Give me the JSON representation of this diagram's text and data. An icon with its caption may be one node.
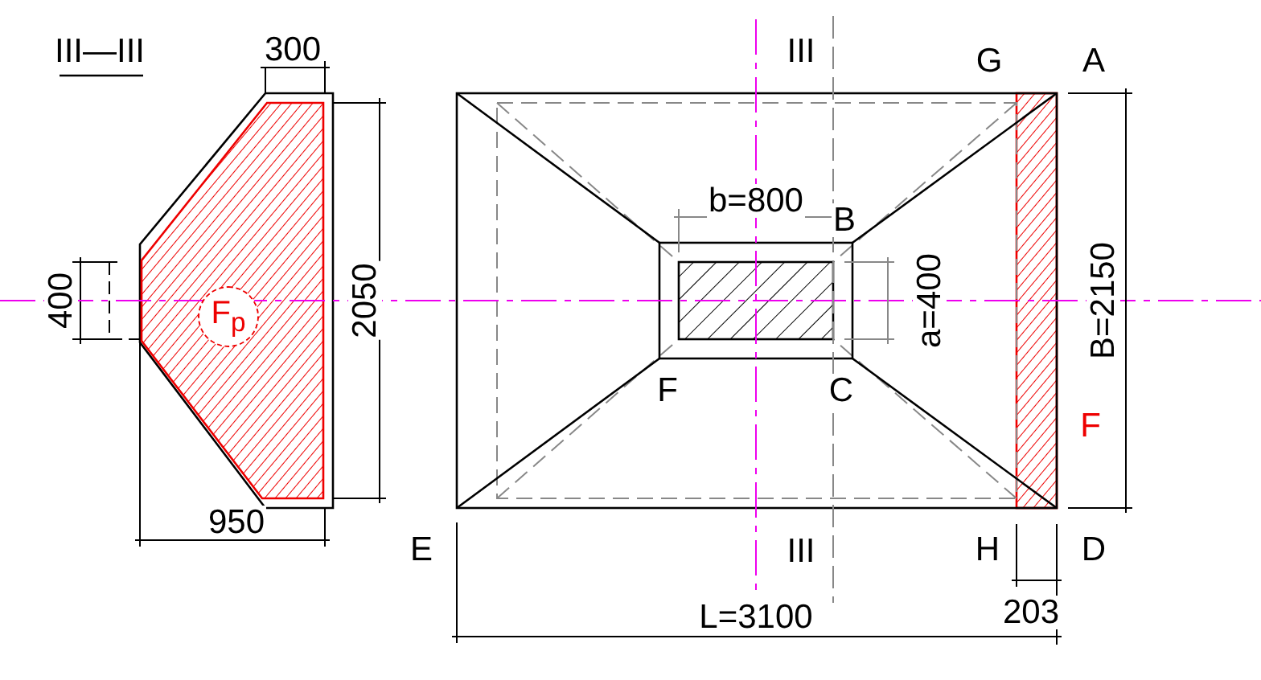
{
  "diagram": {
    "nodes": [
      {
        "text": [
          "F$_{p}$"
        ]
      }
    ],
    "labels": [
      "III—III",
      "300",
      "400",
      "2050",
      "950",
      "III",
      "G",
      "A",
      "b=800",
      "B",
      "a=400",
      "B=2150",
      "F",
      "C",
      "F",
      "E",
      "III",
      "H",
      "D",
      "L=3100",
      "203"
    ]
  }
}
